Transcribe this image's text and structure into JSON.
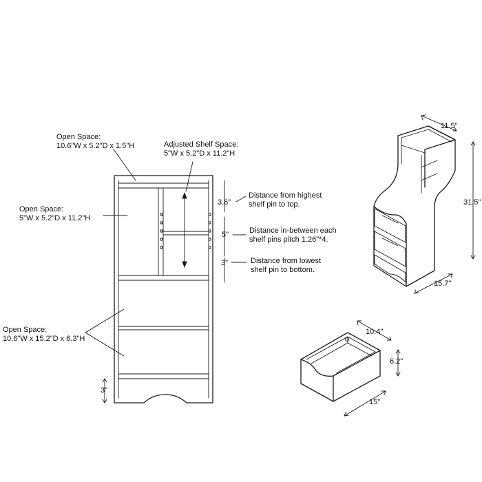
{
  "labels": {
    "top_open_line1": "Open Space:",
    "top_open_line2": "10.6\"W x 5.2\"D x 1.5\"H",
    "adjusted_line1": "Adjusted Shelf Space:",
    "adjusted_line2": "5\"W x 5.2\"D x 11.2\"H",
    "left_open_line1": "Open Space:",
    "left_open_line2": "5\"W x 5.2\"D x 11.2\"H",
    "drawer_open_line1": "Open Space:",
    "drawer_open_line2": "10.6\"W x 15.2\"D x 6.3\"H",
    "highest_line1": "Distance from highest",
    "highest_line2": "shelf pin to top.",
    "between_line1": "Distance in-between each",
    "between_line2": "shelf pins pitch 1.26\"*4.",
    "lowest_line1": "Distance from lowest",
    "lowest_line2": "shelf pin to bottom."
  },
  "dimensions": {
    "pin_top": "3.6\"",
    "pin_pitch": "5\"",
    "pin_bottom": "3\"",
    "base": "3\"",
    "unit_depth_top": "11.5\"",
    "unit_height": "31.5\"",
    "unit_width": "15.7\"",
    "drawer_depth": "10.4\"",
    "drawer_height": "6.2\"",
    "drawer_width": "15\""
  }
}
